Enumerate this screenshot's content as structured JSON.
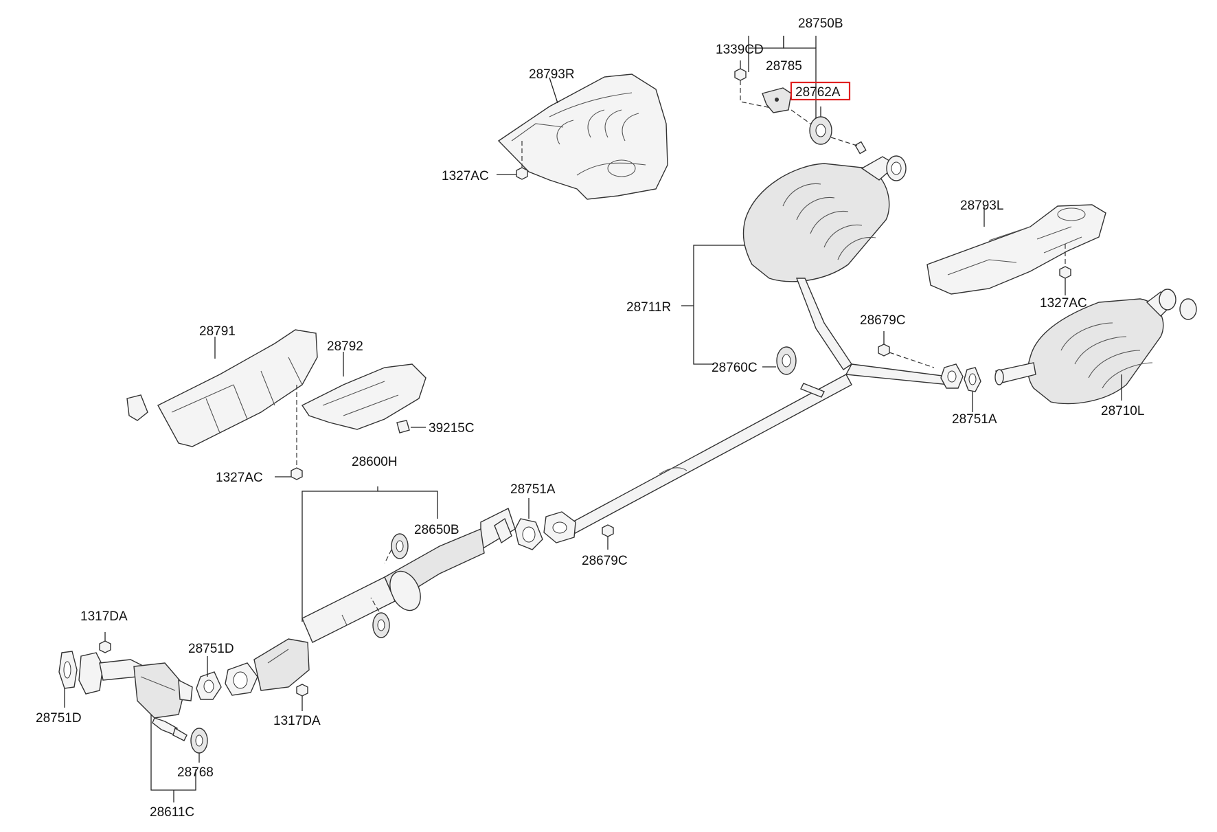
{
  "labels": {
    "l28750B": "28750B",
    "l1339CD": "1339CD",
    "l28785": "28785",
    "l28762A": "28762A",
    "l28793R": "28793R",
    "l1327AC_top": "1327AC",
    "l28711R": "28711R",
    "l28760C": "28760C",
    "l28679C_top": "28679C",
    "l28793L": "28793L",
    "l1327AC_right": "1327AC",
    "l28751A_right": "28751A",
    "l28710L": "28710L",
    "l28791": "28791",
    "l28792": "28792",
    "l39215C": "39215C",
    "l1327AC_left": "1327AC",
    "l28600H": "28600H",
    "l28650B": "28650B",
    "l28751A_mid": "28751A",
    "l28679C_mid": "28679C",
    "l1317DA_top": "1317DA",
    "l28751D_mid": "28751D",
    "l1317DA_mid": "1317DA",
    "l28751D_left": "28751D",
    "l28768": "28768",
    "l28611C": "28611C"
  },
  "highlight": {
    "part": "28762A",
    "color": "#e02020"
  }
}
